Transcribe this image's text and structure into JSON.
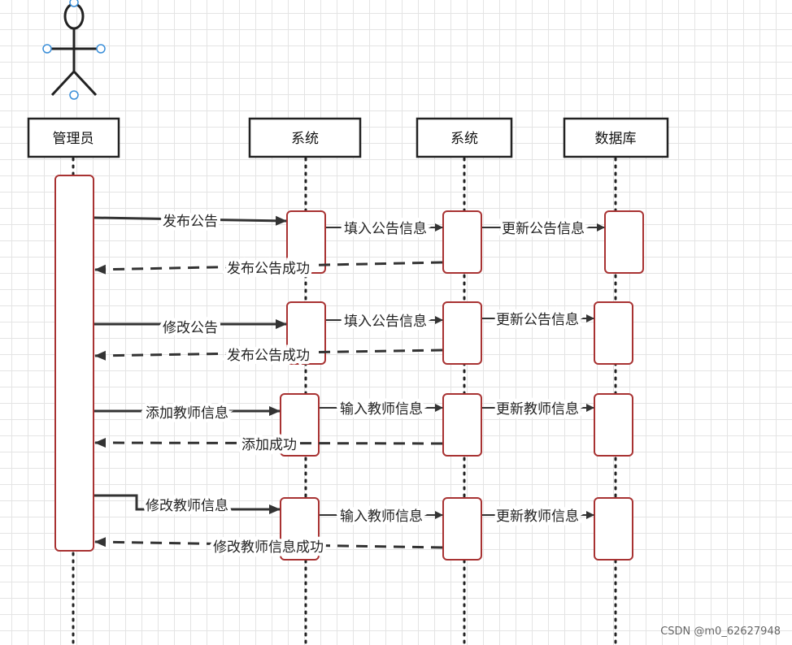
{
  "participants": {
    "admin": "管理员",
    "system1": "系统",
    "system2": "系统",
    "database": "数据库"
  },
  "messages": [
    {
      "label": "发布公告"
    },
    {
      "label": "填入公告信息"
    },
    {
      "label": "更新公告信息"
    },
    {
      "label": "发布公告成功"
    },
    {
      "label": "修改公告"
    },
    {
      "label": "填入公告信息"
    },
    {
      "label": "更新公告信息"
    },
    {
      "label": "发布公告成功"
    },
    {
      "label": "添加教师信息"
    },
    {
      "label": "输入教师信息"
    },
    {
      "label": "更新教师信息"
    },
    {
      "label": "添加成功"
    },
    {
      "label": "修改教师信息"
    },
    {
      "label": "输入教师信息"
    },
    {
      "label": "更新教师信息"
    },
    {
      "label": "修改教师信息成功"
    }
  ],
  "watermark": "CSDN @m0_62627948",
  "colors": {
    "activation_border": "#a83232",
    "line": "#333333",
    "handle": "#3b8fd9"
  }
}
